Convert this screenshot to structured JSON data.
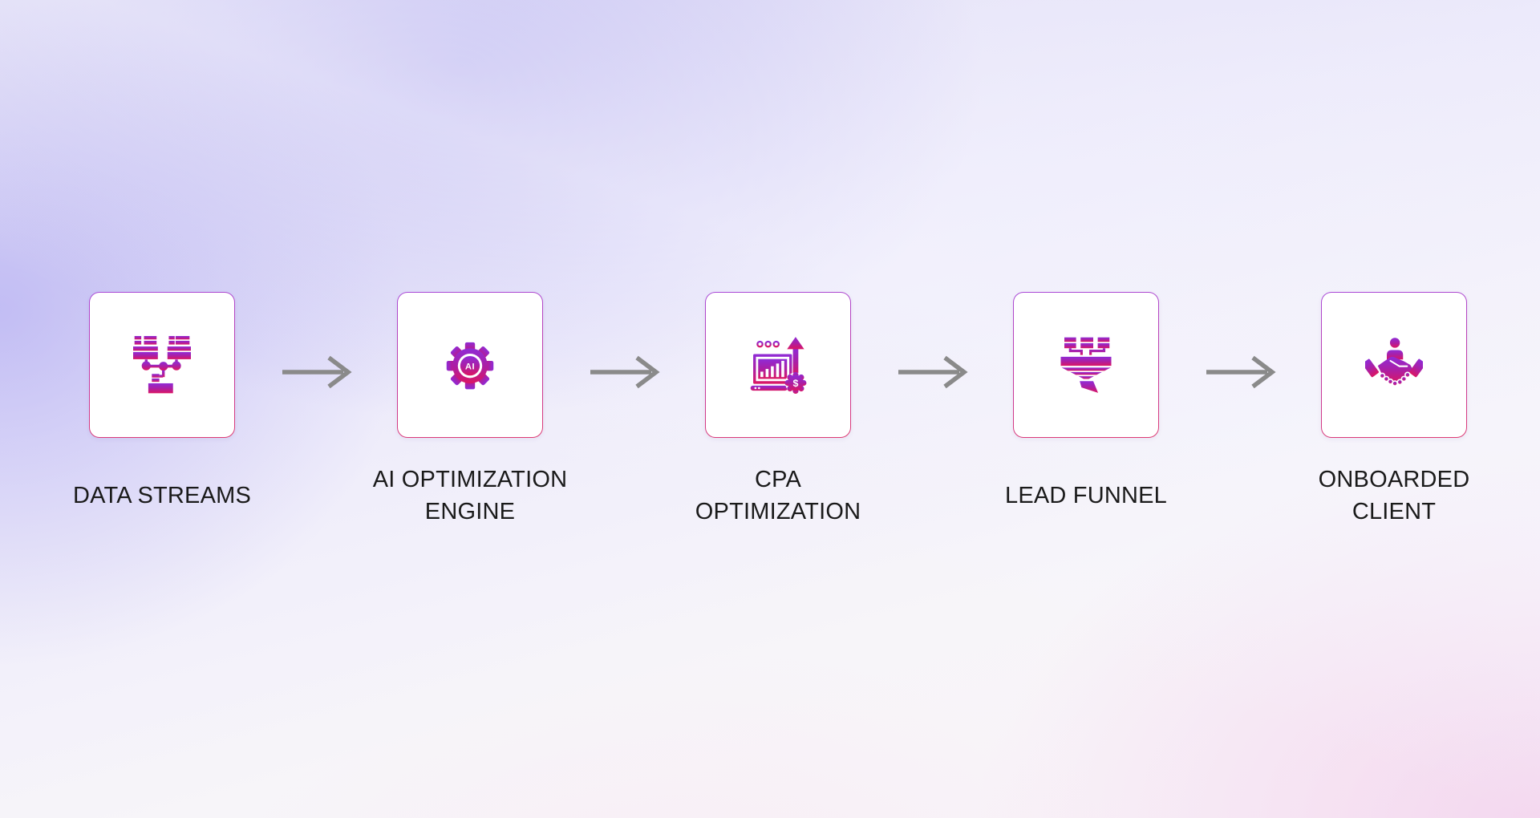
{
  "flow": {
    "stages": [
      {
        "id": "data-streams",
        "label": "DATA STREAMS"
      },
      {
        "id": "ai-optimization-engine",
        "label": "AI OPTIMIZATION\nENGINE",
        "icon_text": "AI"
      },
      {
        "id": "cpa-optimization",
        "label": "CPA\nOPTIMIZATION",
        "icon_text": "$"
      },
      {
        "id": "lead-funnel",
        "label": "LEAD FUNNEL"
      },
      {
        "id": "onboarded-client",
        "label": "ONBOARDED\nCLIENT"
      }
    ],
    "colors": {
      "icon_gradient_top": "#8F2BD6",
      "icon_gradient_mid": "#AB1FA5",
      "icon_gradient_bottom": "#DB1663",
      "card_border_top": "#A94AD8",
      "card_border_bottom": "#DE3A72",
      "card_background": "#FFFFFF",
      "arrow": "#8A8A8A",
      "label_text": "#1A1A1A",
      "background_lavender": "#C6C1EF",
      "background_pink": "#F6E3F1"
    }
  }
}
